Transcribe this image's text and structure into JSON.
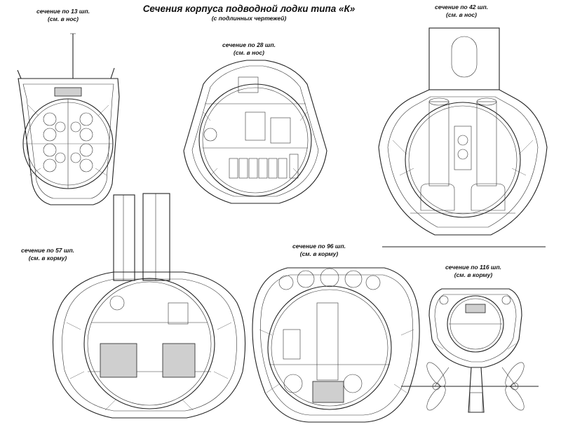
{
  "title": "Сечения корпуса подводной лодки типа «К»",
  "subtitle": "(с подлинных чертежей)",
  "sections": [
    {
      "line1": "сечение по 13 шп.",
      "line2": "(см. в нос)"
    },
    {
      "line1": "сечение по 28 шп.",
      "line2": "(см. в нос)"
    },
    {
      "line1": "сечение по 42 шп.",
      "line2": "(см. в нос)"
    },
    {
      "line1": "сечение по 57 шп.",
      "line2": "(см. в корму)"
    },
    {
      "line1": "сечение по 96 шп.",
      "line2": "(см. в корму)"
    },
    {
      "line1": "сечение по 116 шп.",
      "line2": "(см. в корму)"
    }
  ]
}
